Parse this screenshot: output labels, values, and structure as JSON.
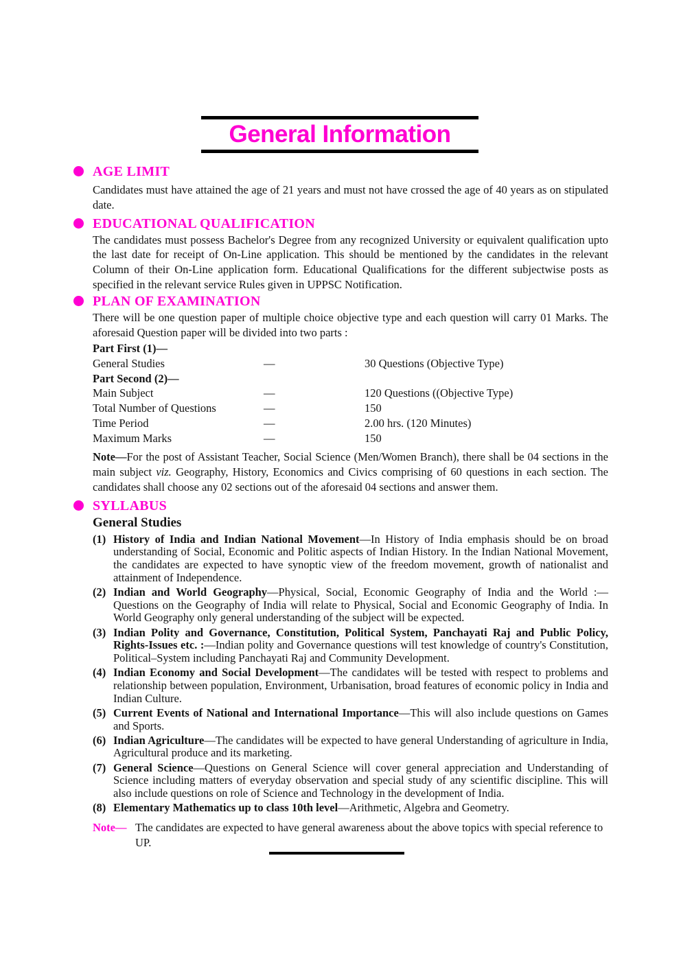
{
  "colors": {
    "accent": "#ff00d2",
    "text": "#141414"
  },
  "title": {
    "text": "General Information"
  },
  "age_limit": {
    "heading": "AGE LIMIT",
    "body": "Candidates must have attained the age of 21 years and must not have crossed the age of 40 years as on stipulated date."
  },
  "educational_qualification": {
    "heading": "EDUCATIONAL QUALIFICATION",
    "body": "The candidates must possess Bachelor's Degree from any recognized University or equivalent qualification upto the last date for receipt of On-Line application. This should be mentioned by the candidates in the relevant Column of their On-Line application form. Educational Qualifications for the different subjectwise posts as specified in the relevant service Rules given in UPPSC Notification."
  },
  "plan": {
    "heading": "PLAN OF EXAMINATION",
    "intro": "There will be one question paper of multiple choice objective type and each question will carry 01 Marks. The aforesaid Question paper will be divided into two parts :",
    "part_first_label": "Part First (1)—",
    "part_second_label": "Part Second (2)—",
    "rows_first": [
      {
        "item": "General Studies",
        "dash": "—",
        "value": "30 Questions (Objective Type)"
      }
    ],
    "rows_second": [
      {
        "item": "Main Subject",
        "dash": "—",
        "value": "120 Questions ((Objective Type)"
      },
      {
        "item": "Total Number of Questions",
        "dash": "—",
        "value": "150"
      },
      {
        "item": "Time Period",
        "dash": "—",
        "value": "2.00 hrs. (120 Minutes)"
      },
      {
        "item": "Maximum Marks",
        "dash": "—",
        "value": "150"
      }
    ],
    "note_label": "Note—",
    "note_before_viz": "For the post of Assistant Teacher, Social Science (Men/Women Branch), there shall be 04 sections in the main subject ",
    "note_viz": "viz.",
    "note_after_viz": " Geography, History, Economics and Civics comprising of 60 questions in each section. The candidates shall choose any 02 sections out of the aforesaid 04 sections and answer them."
  },
  "syllabus": {
    "heading": "SYLLABUS",
    "subheading": "General Studies",
    "items": [
      {
        "num": "(1)",
        "title": "History of India and Indian National Movement",
        "text": "—In History of India emphasis should be on broad understanding of Social, Economic and Politic aspects of Indian History. In the Indian National Movement, the candidates are expected to have synoptic view of the freedom movement, growth of nationalist and attainment of Independence."
      },
      {
        "num": "(2)",
        "title": "Indian and World Geography",
        "text": "—Physical, Social, Economic Geography of India and the World :— Questions on the Geography of India will relate to Physical, Social and Economic Geography of India. In World Geography only general understanding of the subject will be expected."
      },
      {
        "num": "(3)",
        "title": "Indian Polity and Governance, Constitution, Political System, Panchayati Raj and Public Policy, Rights-Issues etc. :",
        "text": "—Indian polity and Governance questions will test knowledge of country's Constitution, Political–System including Panchayati Raj and Community Development."
      },
      {
        "num": "(4)",
        "title": "Indian Economy and Social Development",
        "text": "—The candidates will be tested with respect to problems and relationship between population, Environment, Urbanisation, broad features of economic policy in India and Indian Culture."
      },
      {
        "num": "(5)",
        "title": "Current Events of National and International Importance",
        "text": "—This will also include questions on Games and Sports."
      },
      {
        "num": "(6)",
        "title": "Indian Agriculture",
        "text": "—The candidates will be expected to have general Understanding of agriculture in India, Agricultural produce and its marketing."
      },
      {
        "num": "(7)",
        "title": "General Science",
        "text": "—Questions on General Science will cover general appreciation and Understanding of Science including matters of everyday observation and special study of any scientific discipline. This will also include questions on role of Science and Technology in the development of India."
      },
      {
        "num": "(8)",
        "title": "Elementary Mathematics up to class 10th level",
        "text": "—Arithmetic, Algebra and Geometry."
      }
    ],
    "note_label": "Note—",
    "note_text": "The candidates are expected to have general awareness about the above topics with special reference to UP."
  }
}
